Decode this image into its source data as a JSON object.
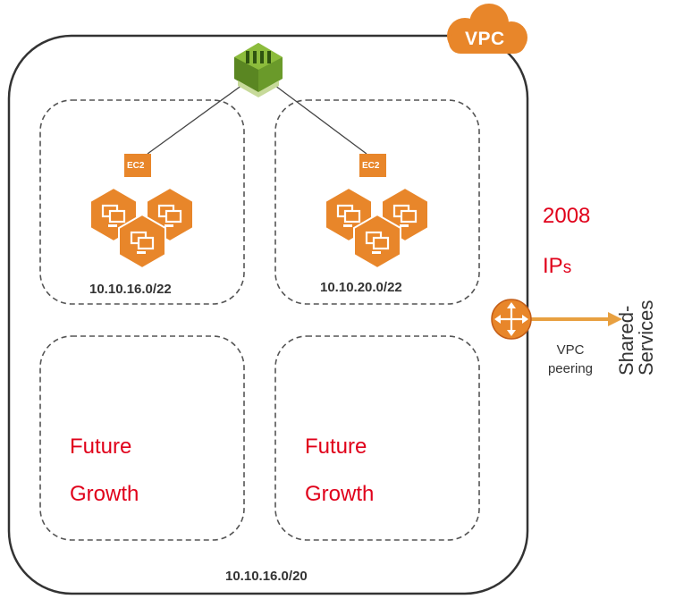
{
  "vpc": {
    "badge": "VPC",
    "cidr": "10.10.16.0/20"
  },
  "subnets": [
    {
      "cidr": "10.10.16.0/22",
      "ec2_label": "EC2"
    },
    {
      "cidr": "10.10.20.0/22",
      "ec2_label": "EC2"
    }
  ],
  "future": [
    {
      "line1": "Future",
      "line2": "Growth"
    },
    {
      "line1": "Future",
      "line2": "Growth"
    }
  ],
  "ip_count": {
    "number": "2008",
    "unit_i": "IP",
    "unit_s": "s"
  },
  "peering": {
    "line1": "VPC",
    "line2": "peering"
  },
  "shared_services": {
    "line1": "Shared-",
    "line2": "Services"
  },
  "colors": {
    "accent": "#e8862a",
    "dark_orange": "#c45e18",
    "red_text": "#e0001a",
    "green": "#6a9a2a"
  }
}
